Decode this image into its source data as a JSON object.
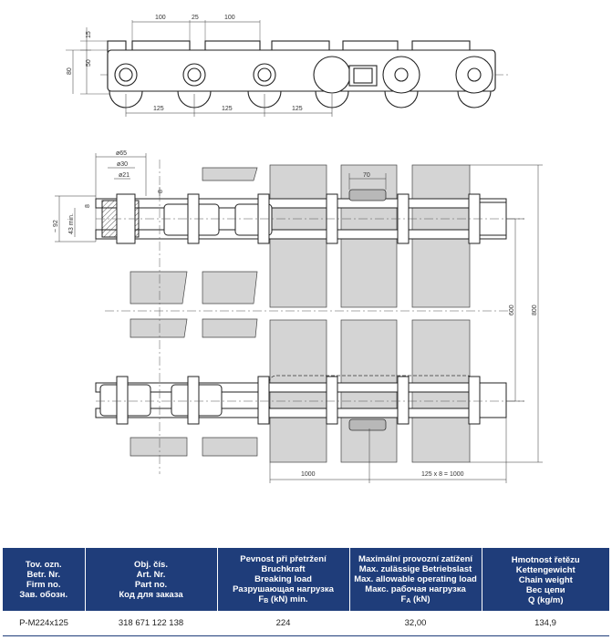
{
  "drawing": {
    "top_view": {
      "plate_length": "100",
      "plate_gap": "25",
      "plate_length_2": "100",
      "height_total": "80",
      "height_plate": "50",
      "height_top": "15",
      "pitch": "125"
    },
    "plan_view": {
      "roller_dia": "ø65",
      "pin_dia": "ø30",
      "bush_dia": "ø21",
      "width_92": "~ 92",
      "width_43": "43 min.",
      "dim_8": "8",
      "dim_8b": "8",
      "dim_70": "70",
      "dim_600": "600",
      "dim_800": "800",
      "dim_1000": "1000",
      "dim_pitch_total": "125 x 8 = 1000"
    }
  },
  "table": {
    "headers": [
      [
        "Tov. ozn.",
        "Betr. Nr.",
        "Firm no.",
        "Зав. обозн."
      ],
      [
        "Obj. čís.",
        "Art. Nr.",
        "Part no.",
        "Код для заказа"
      ],
      [
        "Pevnost při přetržení",
        "Bruchkraft",
        "Breaking load",
        "Разрушающая нагрузка",
        "F",
        "B",
        " (kN) min."
      ],
      [
        "Maximální provozní zatížení",
        "Max. zulässige Betriebslast",
        "Max. allowable operating load",
        "Макс. рабочая нагрузка",
        "F",
        "A",
        " (kN)"
      ],
      [
        "Hmotnost řetězu",
        "Kettengewicht",
        "Chain weight",
        "Вес цепи",
        "Q (kg/m)"
      ]
    ],
    "row": [
      "P-M224x125",
      "318 671 122 138",
      "224",
      "32,00",
      "134,9"
    ]
  }
}
